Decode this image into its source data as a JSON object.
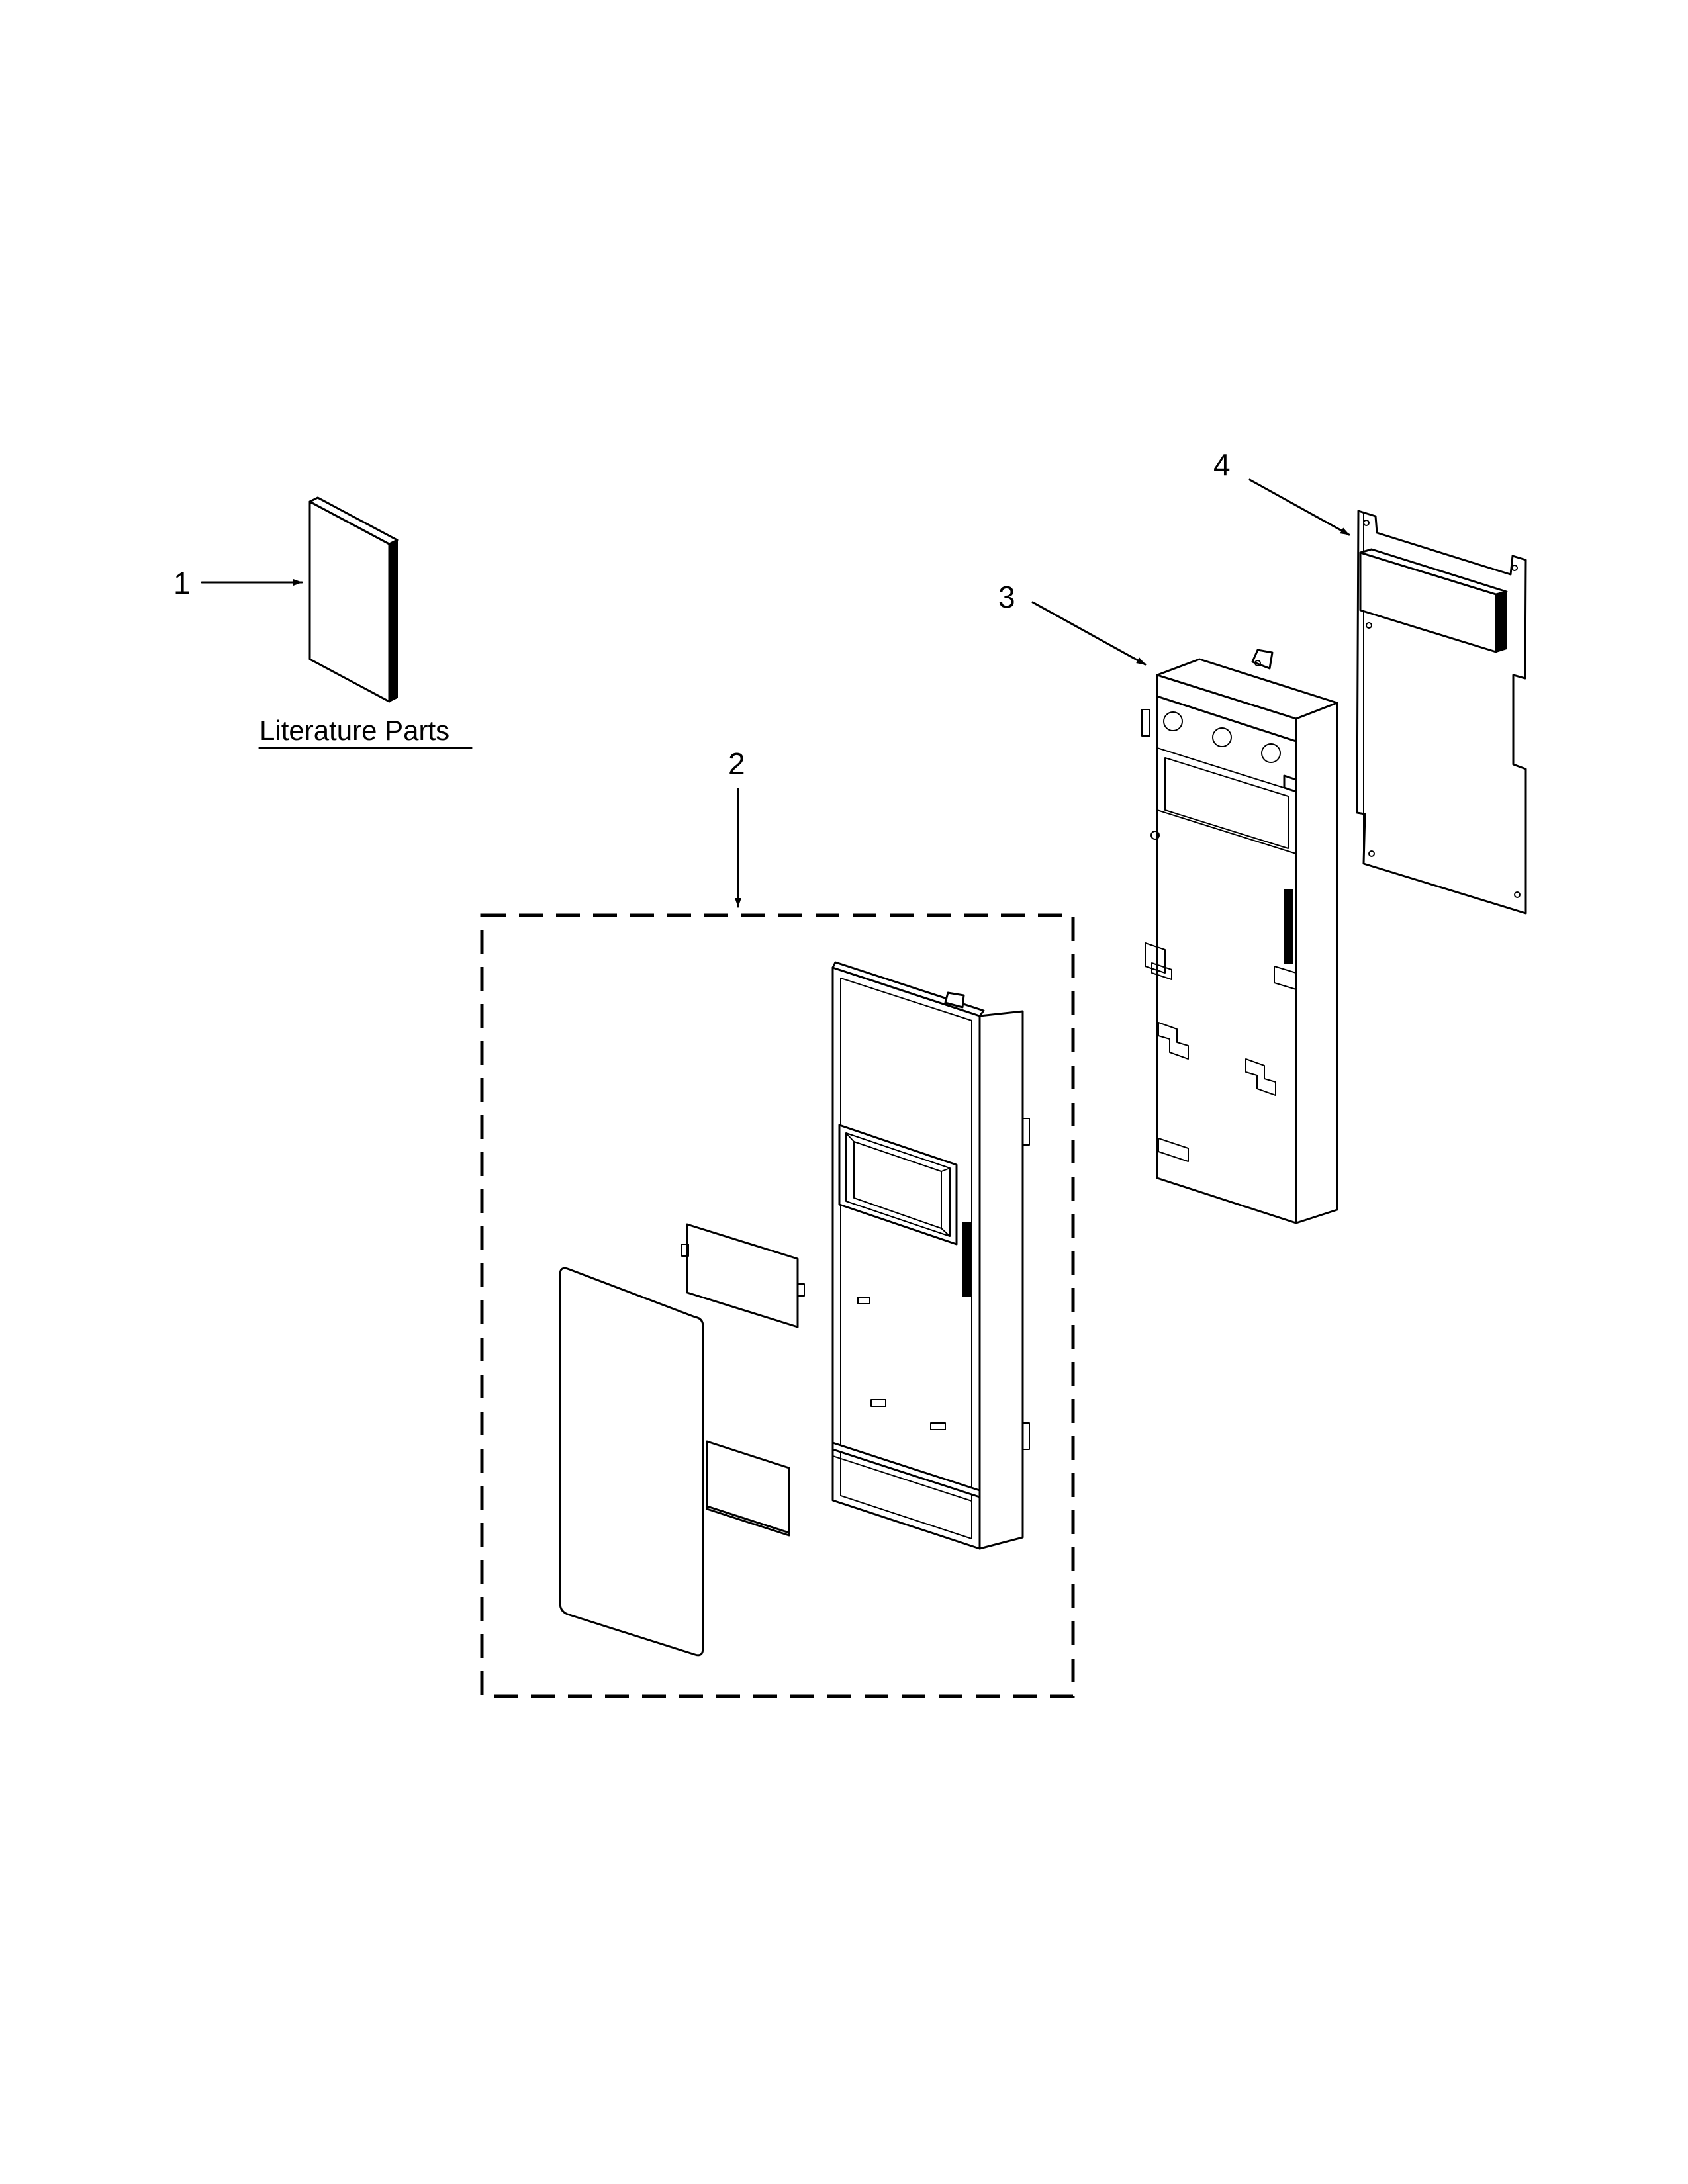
{
  "diagram": {
    "callouts": [
      {
        "id": "1",
        "label": "1"
      },
      {
        "id": "2",
        "label": "2"
      },
      {
        "id": "3",
        "label": "3"
      },
      {
        "id": "4",
        "label": "4"
      }
    ],
    "literature_label": "Literature Parts",
    "colors": {
      "ink": "#000000",
      "paper": "#ffffff"
    }
  }
}
